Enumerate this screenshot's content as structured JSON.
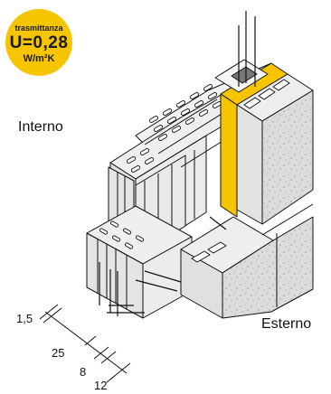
{
  "badge": {
    "label": "trasmittanza",
    "value": "U=0,28",
    "unit": "W/m²K"
  },
  "labels": {
    "interior": "Interno",
    "exterior": "Esterno"
  },
  "dimensions": {
    "plaster": "1,5",
    "block": "25",
    "insulation": "8",
    "cladding": "12"
  },
  "colors": {
    "insulation": "#f6c500",
    "masonry": "#e8e8e8",
    "cladding": "#d6d6d6",
    "outline": "#111111"
  }
}
